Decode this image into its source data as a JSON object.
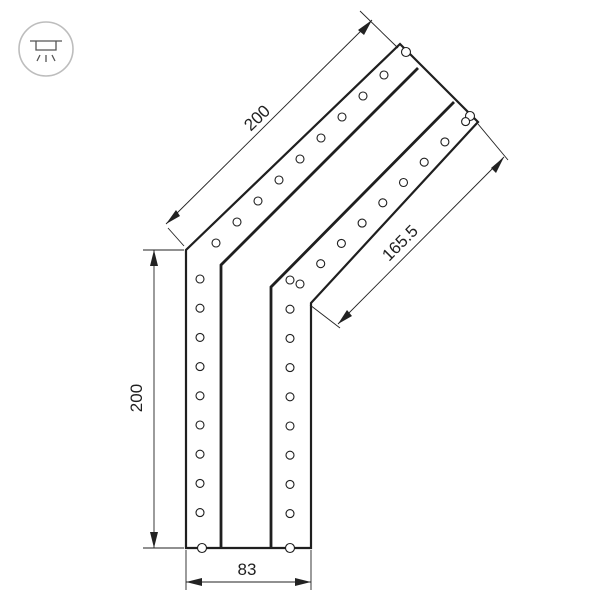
{
  "dimensions": {
    "outer_diagonal": "200",
    "vertical_left": "200",
    "inner_diagonal": "165.5",
    "width_bottom": "83"
  },
  "icon": {
    "name": "ceiling-mount-light-icon"
  },
  "colors": {
    "line": "#1f1f1f",
    "icon_circle": "#bdbdbd"
  }
}
